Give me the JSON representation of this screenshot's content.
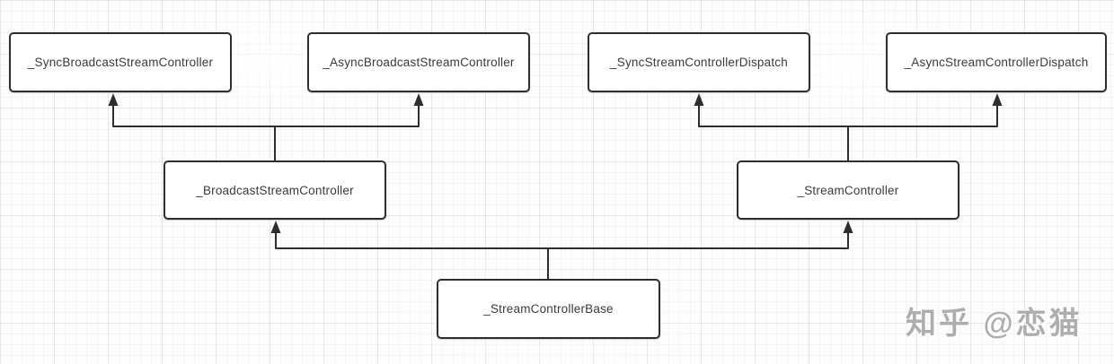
{
  "diagram": {
    "type": "class-inheritance-diagram",
    "nodes": {
      "sync_broadcast": {
        "label": "_SyncBroadcastStreamController"
      },
      "async_broadcast": {
        "label": "_AsyncBroadcastStreamController"
      },
      "sync_dispatch": {
        "label": "_SyncStreamControllerDispatch"
      },
      "async_dispatch": {
        "label": "_AsyncStreamControllerDispatch"
      },
      "broadcast": {
        "label": "_BroadcastStreamController"
      },
      "stream": {
        "label": "_StreamController"
      },
      "base": {
        "label": "_StreamControllerBase"
      }
    },
    "edges": [
      {
        "from": "_BroadcastStreamController",
        "to": "_SyncBroadcastStreamController"
      },
      {
        "from": "_BroadcastStreamController",
        "to": "_AsyncBroadcastStreamController"
      },
      {
        "from": "_StreamController",
        "to": "_SyncStreamControllerDispatch"
      },
      {
        "from": "_StreamController",
        "to": "_AsyncStreamControllerDispatch"
      },
      {
        "from": "_StreamControllerBase",
        "to": "_BroadcastStreamController"
      },
      {
        "from": "_StreamControllerBase",
        "to": "_StreamController"
      }
    ]
  },
  "watermark": {
    "text": "知乎 @恋猫"
  },
  "colors": {
    "edge_line": "#2e2e2e",
    "node_border": "#2e2e2e",
    "node_fill": "#ffffff",
    "node_text": "#3a3a3a",
    "grid_line": "#ebebeb",
    "background": "#fdfdfd",
    "watermark_text": "#aeaeae"
  }
}
